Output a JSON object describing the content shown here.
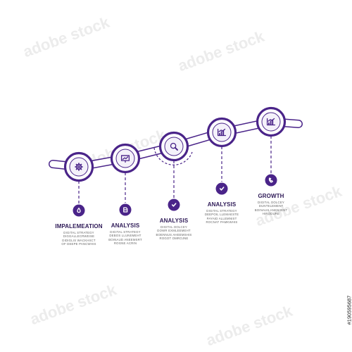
{
  "colors": {
    "primary": "#4a2489",
    "accent": "#6b3fb0",
    "light": "#f4f1fa"
  },
  "watermark": {
    "text": "adobe stock"
  },
  "stock_id": "#190595687",
  "steps": [
    {
      "title": "IMPALEMEATION",
      "icon": "gear-icon",
      "sub_icon": "drop-icon",
      "desc": [
        "DIGITAL STRATEGY",
        "DIGGALLECRWEISE",
        "DIDIGLIS WACKHSCT",
        "OF DEEPE PANCWHIS"
      ]
    },
    {
      "title": "ANALYSIS",
      "icon": "presentation-chart-icon",
      "sub_icon": "document-icon",
      "desc": [
        "DIGITAL STRATEGY",
        "DEBOS LLUNEMEHT",
        "BOINAUD ANEEMSRT",
        "ROGNE ACRIN"
      ]
    },
    {
      "title": "ANALYSIS",
      "icon": "magnifier-icon",
      "sub_icon": "check-icon",
      "desc": [
        "DIGITAL DOLCEY",
        "DOWR EXMLEEMEHT",
        "BOENNUS AHEEMSHIS",
        "ROGOT OMROJNE"
      ]
    },
    {
      "title": "ANALYSIS",
      "icon": "bar-chart-icon",
      "sub_icon": "check-icon",
      "desc": [
        "DIGITAL STRATEGY",
        "DEEPOIL LLEMAESTE",
        "PAYAID ALLEMNIST",
        "ROCNAT PAMKWHIS"
      ]
    },
    {
      "title": "GROWTH",
      "icon": "bar-chart-icon",
      "sub_icon": "phone-icon",
      "desc": [
        "DIGITAL DOLCEY",
        "DUNTELEMENT",
        "BOINAUS ANKNIIENT",
        "HIRODURE"
      ]
    }
  ]
}
